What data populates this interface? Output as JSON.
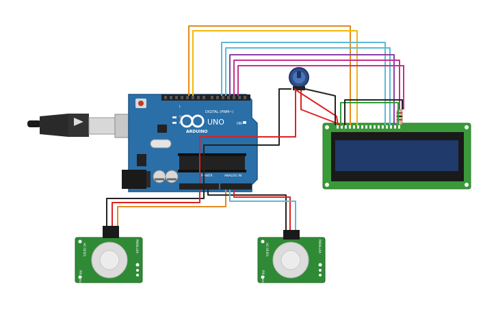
{
  "arduino": {
    "brand": "ARDUINO",
    "model": "UNO",
    "on_label": "ON",
    "digital_label": "DIGITAL (PWM~)",
    "analog_label": "ANALOG IN",
    "power_label": "POWER",
    "tx_label": "TX",
    "rx_label": "RX",
    "l_label": "L"
  },
  "pir_sensors": [
    {
      "label_left": "HC-SR501",
      "label_right": "PARALLAX",
      "label_bottom": "PIR Sensor"
    },
    {
      "label_left": "HC-SR501",
      "label_right": "PARALLAX",
      "label_bottom": "PIR Sensor"
    }
  ],
  "colors": {
    "board": "#2a6fa8",
    "lcd_pcb": "#3a9a3a",
    "lcd_screen": "#1f3a6b",
    "pir_pcb": "#2f8a36",
    "wire_orange": "#e38a1c",
    "wire_yellow": "#f2b705",
    "wire_blue": "#5bb8d8",
    "wire_purple": "#8a3fa8",
    "wire_magenta": "#c4308a",
    "wire_red": "#e02020",
    "wire_black": "#222222",
    "wire_green": "#2f9a3a"
  }
}
